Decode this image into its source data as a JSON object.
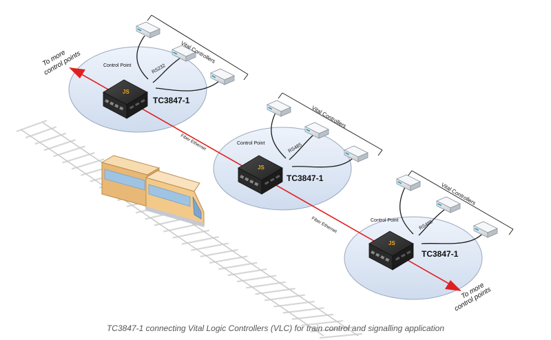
{
  "diagram": {
    "nodes": [
      {
        "device_label": "TC3847-1",
        "control_point_label": "Control Point",
        "link_label": "RS232",
        "group_label": "Vital Controllers",
        "device_logo": "JS"
      },
      {
        "device_label": "TC3847-1",
        "control_point_label": "Control Point",
        "link_label": "RS485",
        "group_label": "Vital Controllers",
        "device_logo": "JS"
      },
      {
        "device_label": "TC3847-1",
        "control_point_label": "Control Point",
        "link_label": "RS485",
        "group_label": "Vital Controllers",
        "device_logo": "JS"
      }
    ],
    "fiber_labels": [
      "Fiber Ethernet",
      "Fiber Ethernet"
    ],
    "arrows": {
      "left_line1": "To more",
      "left_line2": "control points",
      "right_line1": "To more",
      "right_line2": "control points"
    },
    "colors": {
      "fiber": "#e02020",
      "disc_fill": "#dde8f6",
      "disc_stroke": "#9aa8bd",
      "device_body": "#2a2a2a",
      "logo": "#f0a81c",
      "train_body": "#f3c98a",
      "train_window": "#9fc3e2"
    }
  },
  "caption": "TC3847-1 connecting Vital Logic Controllers (VLC) for train control and signalling application"
}
